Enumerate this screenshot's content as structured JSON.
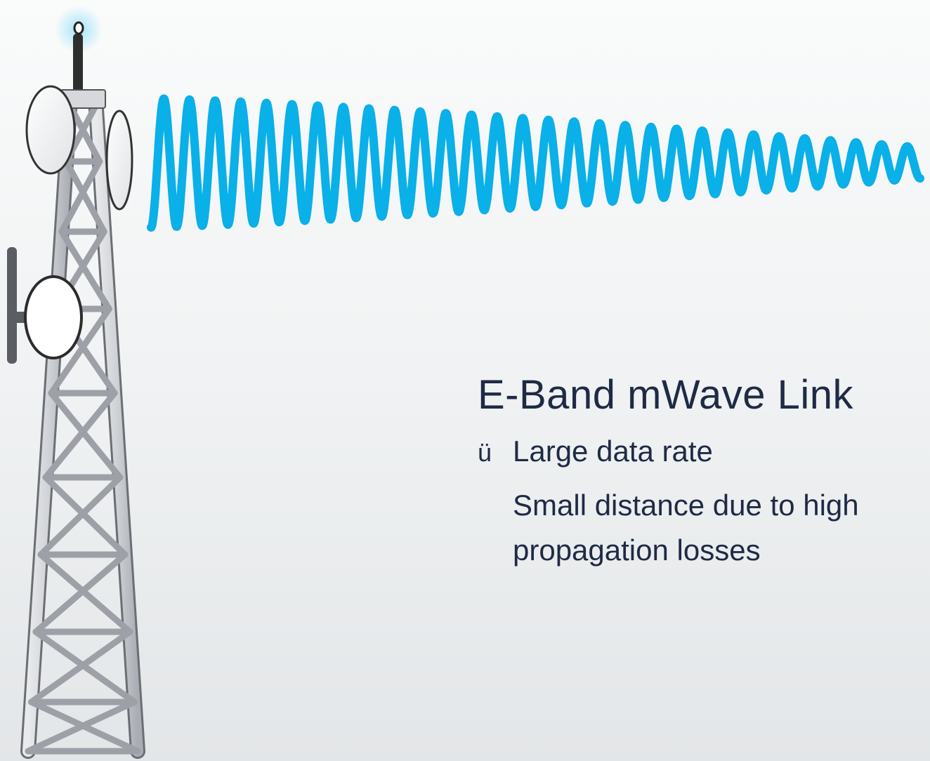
{
  "heading": "E-Band mWave Link",
  "bullets": [
    {
      "mark": "ü",
      "text": "Large data rate"
    }
  ],
  "note": "Small distance due to high propagation losses",
  "colors": {
    "wave": "#0ab0e8",
    "text": "#1f2a44",
    "glow": "#7fd6f5",
    "tower_steel": "#c9ccd1",
    "tower_edge": "#4a4a4a"
  },
  "icons": {
    "bullet": "check-mark-icon",
    "tower": "radio-tower-icon"
  }
}
